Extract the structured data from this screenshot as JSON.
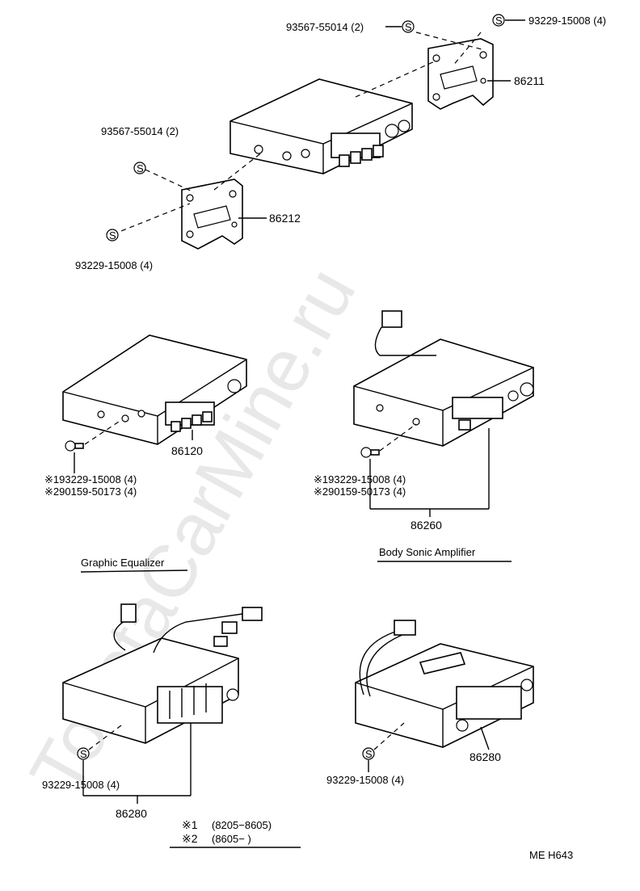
{
  "watermark": "ToyotaCarMine.ru",
  "callouts": {
    "c1": "93567-55014 (2)",
    "c2": "93229-15008 (4)",
    "c3": "86211",
    "c4": "93567-55014 (2)",
    "c5": "86212",
    "c6": "93229-15008 (4)",
    "c7": "86120",
    "c8": "※193229-15008 (4)",
    "c9": "※290159-50173 (4)",
    "c10": "※193229-15008 (4)",
    "c11": "※290159-50173 (4)",
    "c12": "86260",
    "c13": "93229-15008 (4)",
    "c14": "86280",
    "c15": "93229-15008 (4)",
    "c16": "86280"
  },
  "section_titles": {
    "equalizer": "Graphic Equalizer",
    "amplifier": "Body Sonic Amplifier"
  },
  "notes": {
    "n1_mark": "※1",
    "n1_range": "(8205−8605)",
    "n2_mark": "※2",
    "n2_range": "(8605−     )"
  },
  "s_symbol": "S",
  "code": "ME H643"
}
